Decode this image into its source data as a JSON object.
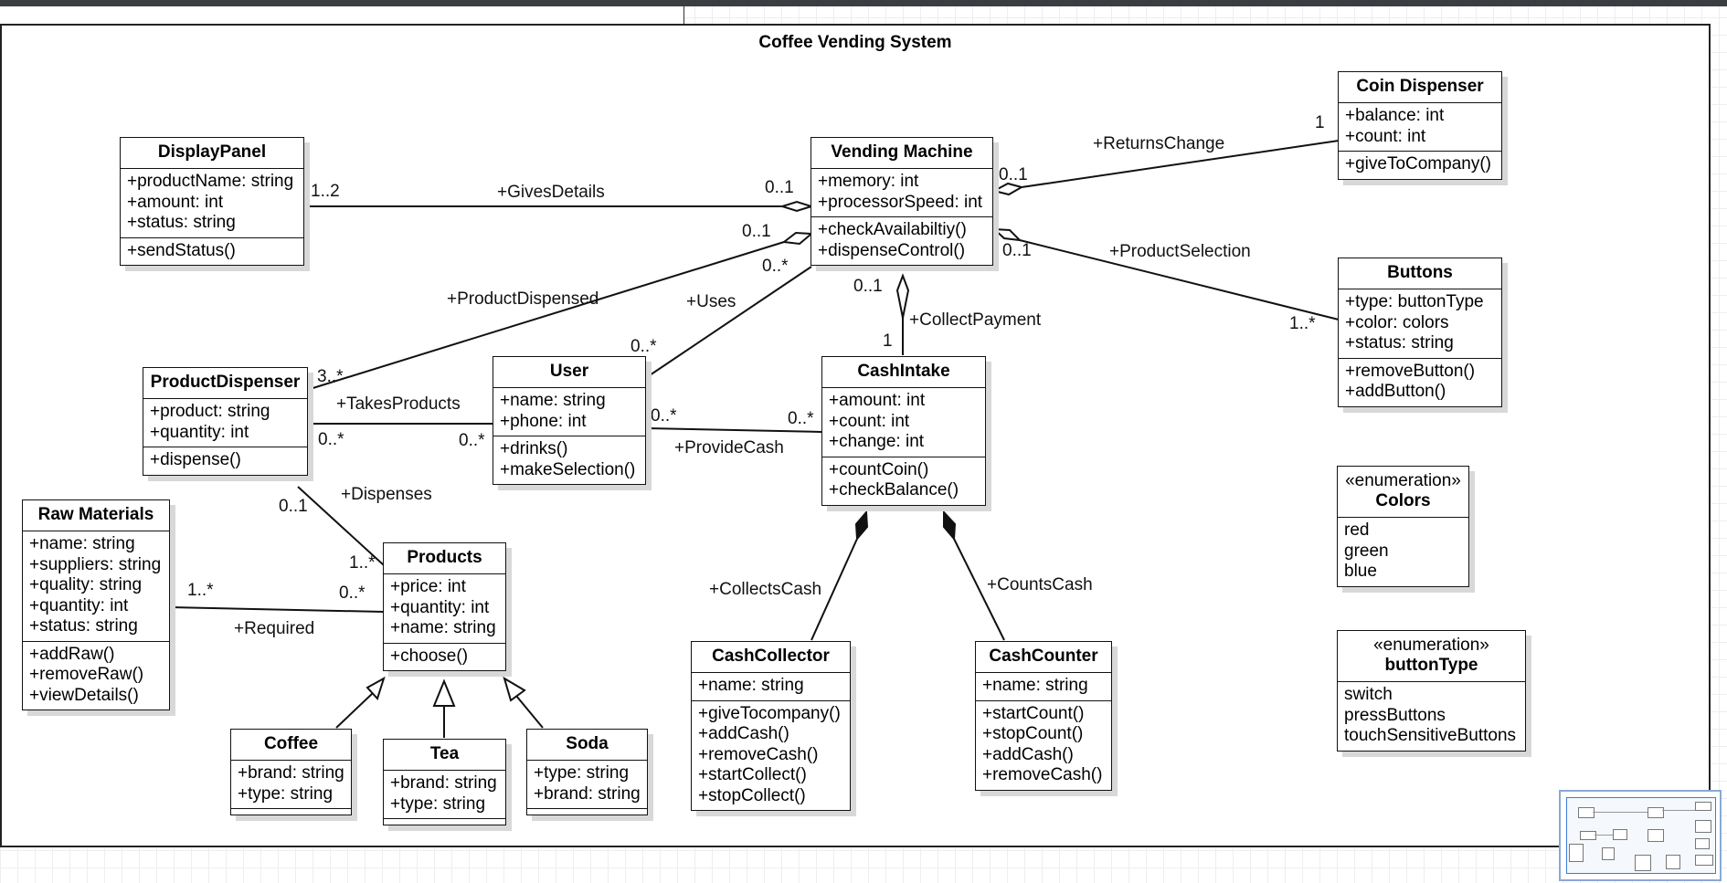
{
  "diagram": {
    "title": "Coffee Vending System"
  },
  "classes": {
    "displaypanel": {
      "name": "DisplayPanel",
      "attributes": [
        "+productName: string",
        "+amount: int",
        "+status: string"
      ],
      "operations": [
        "+sendStatus()"
      ]
    },
    "vending": {
      "name": "Vending Machine",
      "attributes": [
        "+memory: int",
        "+processorSpeed: int"
      ],
      "operations": [
        "+checkAvailabiltiy()",
        "+dispenseControl()"
      ]
    },
    "coindispenser": {
      "name": "Coin Dispenser",
      "attributes": [
        "+balance: int",
        "+count: int"
      ],
      "operations": [
        "+giveToCompany()"
      ]
    },
    "buttons": {
      "name": "Buttons",
      "attributes": [
        "+type: buttonType",
        "+color: colors",
        "+status: string"
      ],
      "operations": [
        "+removeButton()",
        "+addButton()"
      ]
    },
    "productdispenser": {
      "name": "ProductDispenser",
      "attributes": [
        "+product: string",
        "+quantity: int"
      ],
      "operations": [
        "+dispense()"
      ]
    },
    "user": {
      "name": "User",
      "attributes": [
        "+name: string",
        "+phone: int"
      ],
      "operations": [
        "+drinks()",
        "+makeSelection()"
      ]
    },
    "cashintake": {
      "name": "CashIntake",
      "attributes": [
        "+amount: int",
        "+count: int",
        "+change: int"
      ],
      "operations": [
        "+countCoin()",
        "+checkBalance()"
      ]
    },
    "rawmaterials": {
      "name": "Raw Materials",
      "attributes": [
        "+name: string",
        "+suppliers: string",
        "+quality: string",
        "+quantity: int",
        "+status: string"
      ],
      "operations": [
        "+addRaw()",
        "+removeRaw()",
        "+viewDetails()"
      ]
    },
    "products": {
      "name": "Products",
      "attributes": [
        "+price: int",
        "+quantity: int",
        "+name: string"
      ],
      "operations": [
        "+choose()"
      ]
    },
    "coffee": {
      "name": "Coffee",
      "attributes": [
        "+brand: string",
        "+type: string"
      ],
      "operations": []
    },
    "tea": {
      "name": "Tea",
      "attributes": [
        "+brand: string",
        "+type: string"
      ],
      "operations": []
    },
    "soda": {
      "name": "Soda",
      "attributes": [
        "+type: string",
        "+brand: string"
      ],
      "operations": []
    },
    "cashcollector": {
      "name": "CashCollector",
      "attributes": [
        "+name: string"
      ],
      "operations": [
        "+giveTocompany()",
        "+addCash()",
        "+removeCash()",
        "+startCollect()",
        "+stopCollect()"
      ]
    },
    "cashcounter": {
      "name": "CashCounter",
      "attributes": [
        "+name: string"
      ],
      "operations": [
        "+startCount()",
        "+stopCount()",
        "+addCash()",
        "+removeCash()"
      ]
    },
    "colors": {
      "stereotype": "«enumeration»",
      "name": "Colors",
      "literals": [
        "red",
        "green",
        "blue"
      ]
    },
    "buttontype": {
      "stereotype": "«enumeration»",
      "name": "buttonType",
      "literals": [
        "switch",
        "pressButtons",
        "touchSensitiveButtons"
      ]
    }
  },
  "associations": {
    "gives_details": {
      "label": "+GivesDetails",
      "mult_a": "1..2",
      "mult_b": "0..1"
    },
    "returns_change": {
      "label": "+ReturnsChange",
      "mult_a": "1",
      "mult_b": "0..1"
    },
    "product_selection": {
      "label": "+ProductSelection",
      "mult_a": "0..1",
      "mult_b": "1..*"
    },
    "product_dispensed": {
      "label": "+ProductDispensed",
      "mult_a": "0..1",
      "mult_b": "3..*"
    },
    "uses": {
      "label": "+Uses",
      "mult_a": "0..*",
      "mult_b": "0..*"
    },
    "collect_payment": {
      "label": "+CollectPayment",
      "mult_a": "0..1",
      "mult_b": "1"
    },
    "takes_products": {
      "label": "+TakesProducts",
      "mult_a": "0..*",
      "mult_b": "0..*"
    },
    "provide_cash": {
      "label": "+ProvideCash",
      "mult_a": "0..*",
      "mult_b": "0..*"
    },
    "dispenses": {
      "label": "+Dispenses",
      "mult_a": "0..1",
      "mult_b": "1..*"
    },
    "required": {
      "label": "+Required",
      "mult_a": "1..*",
      "mult_b": "0..*"
    },
    "collects_cash": {
      "label": "+CollectsCash"
    },
    "counts_cash": {
      "label": "+CountsCash"
    }
  },
  "colors": {
    "line": "#111111",
    "grid": "#eceef0",
    "frame": "#222222",
    "minimap_border": "#8aa9d6"
  }
}
